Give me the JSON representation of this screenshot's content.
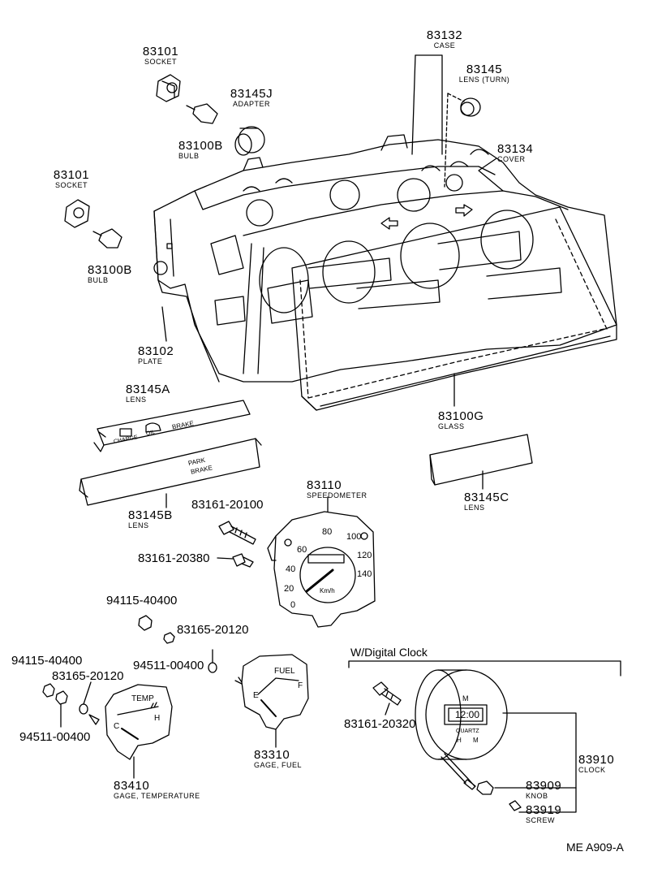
{
  "labels": {
    "socket_top": {
      "num": "83101",
      "name": "SOCKET"
    },
    "case": {
      "num": "83132",
      "name": "CASE"
    },
    "lens_turn": {
      "num": "83145",
      "name": "LENS (TURN)"
    },
    "adapter": {
      "num": "83145J",
      "name": "ADAPTER"
    },
    "bulb_top": {
      "num": "83100B",
      "name": "BULB"
    },
    "cover": {
      "num": "83134",
      "name": "COVER"
    },
    "socket_left": {
      "num": "83101",
      "name": "SOCKET"
    },
    "bulb_left": {
      "num": "83100B",
      "name": "BULB"
    },
    "plate": {
      "num": "83102",
      "name": "PLATE"
    },
    "lens_a": {
      "num": "83145A",
      "name": "LENS"
    },
    "glass": {
      "num": "83100G",
      "name": "GLASS"
    },
    "lens_b": {
      "num": "83145B",
      "name": "LENS"
    },
    "lens_c": {
      "num": "83145C",
      "name": "LENS"
    },
    "speedometer": {
      "num": "83110",
      "name": "SPEEDOMETER"
    },
    "gage_fuel": {
      "num": "83310",
      "name": "GAGE, FUEL"
    },
    "gage_temp": {
      "num": "83410",
      "name": "GAGE, TEMPERATURE"
    },
    "clock": {
      "num": "83910",
      "name": "CLOCK"
    },
    "knob": {
      "num": "83909",
      "name": "KNOB"
    },
    "screw": {
      "num": "83919",
      "name": "SCREW"
    }
  },
  "part_numbers": {
    "bolt_20100": "83161-20100",
    "bolt_20380": "83161-20380",
    "nut_94115_a": "94115-40400",
    "washer_20120_a": "83165-20120",
    "nut_94115_b": "94115-40400",
    "washer_20120_b": "83165-20120",
    "nut_94511_a": "94511-00400",
    "nut_94511_b": "94511-00400",
    "bolt_20320": "83161-20320"
  },
  "section_title": "W/Digital Clock",
  "figure_code": "ME A909-A",
  "lens_a_text": {
    "charge": "CHARGE",
    "oil": "OIL",
    "brake": "BRAKE"
  },
  "lens_b_text": {
    "line1": "PARK",
    "line2": "BRAKE"
  },
  "speedometer_dial": {
    "scale": [
      "0",
      "20",
      "40",
      "60",
      "80",
      "100",
      "120",
      "140"
    ],
    "unit": "Km/h"
  },
  "fuel_dial": {
    "title": "FUEL",
    "empty": "E",
    "full": "F"
  },
  "temp_dial": {
    "title": "TEMP",
    "cold": "C",
    "hot": "H"
  },
  "clock_face": {
    "time": "12:00",
    "h": "H",
    "m": "M",
    "brand": "QUARTZ"
  }
}
